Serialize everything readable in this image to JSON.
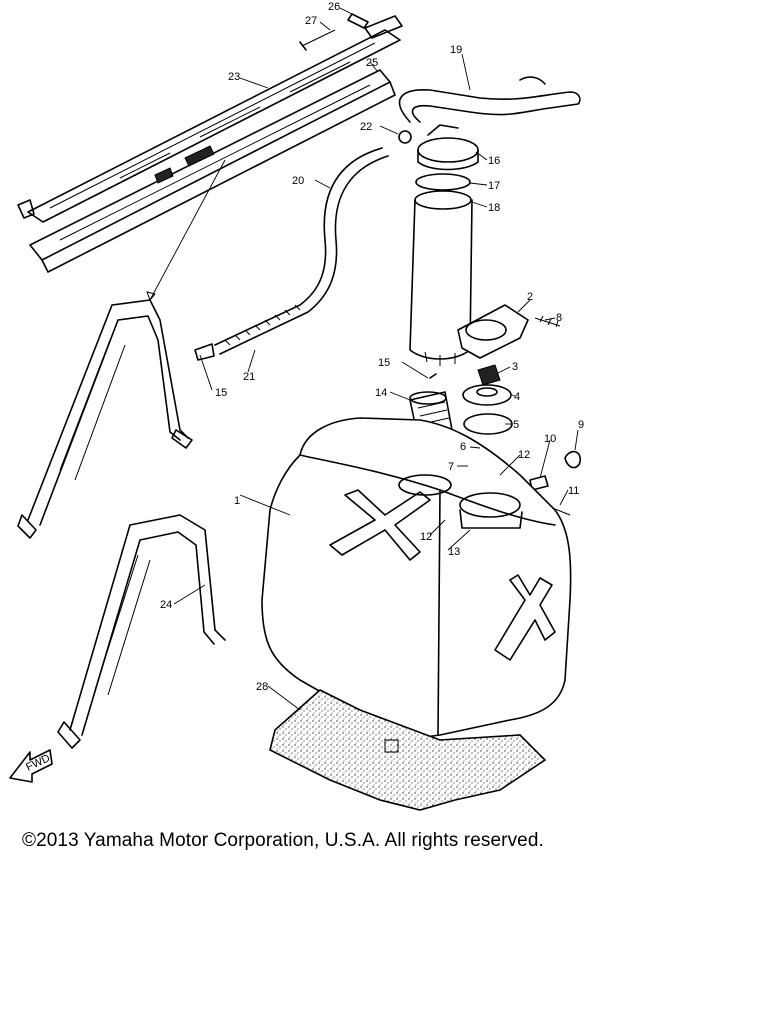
{
  "copyright": "©2013 Yamaha Motor Corporation, U.S.A. All rights reserved.",
  "callouts": [
    {
      "id": "1",
      "label": "1"
    },
    {
      "id": "2",
      "label": "2"
    },
    {
      "id": "3",
      "label": "3"
    },
    {
      "id": "4",
      "label": "4"
    },
    {
      "id": "5",
      "label": "5"
    },
    {
      "id": "6",
      "label": "6"
    },
    {
      "id": "7",
      "label": "7"
    },
    {
      "id": "8",
      "label": "8"
    },
    {
      "id": "9",
      "label": "9"
    },
    {
      "id": "10",
      "label": "10"
    },
    {
      "id": "11",
      "label": "11"
    },
    {
      "id": "12a",
      "label": "12"
    },
    {
      "id": "12b",
      "label": "12"
    },
    {
      "id": "13",
      "label": "13"
    },
    {
      "id": "14",
      "label": "14"
    },
    {
      "id": "15a",
      "label": "15"
    },
    {
      "id": "15b",
      "label": "15"
    },
    {
      "id": "16",
      "label": "16"
    },
    {
      "id": "17",
      "label": "17"
    },
    {
      "id": "18",
      "label": "18"
    },
    {
      "id": "19",
      "label": "19"
    },
    {
      "id": "20",
      "label": "20"
    },
    {
      "id": "21",
      "label": "21"
    },
    {
      "id": "22",
      "label": "22"
    },
    {
      "id": "23",
      "label": "23"
    },
    {
      "id": "24",
      "label": "24"
    },
    {
      "id": "25",
      "label": "25"
    },
    {
      "id": "26",
      "label": "26"
    },
    {
      "id": "27",
      "label": "27"
    },
    {
      "id": "28",
      "label": "28"
    }
  ],
  "fwd_mark": "FWD"
}
